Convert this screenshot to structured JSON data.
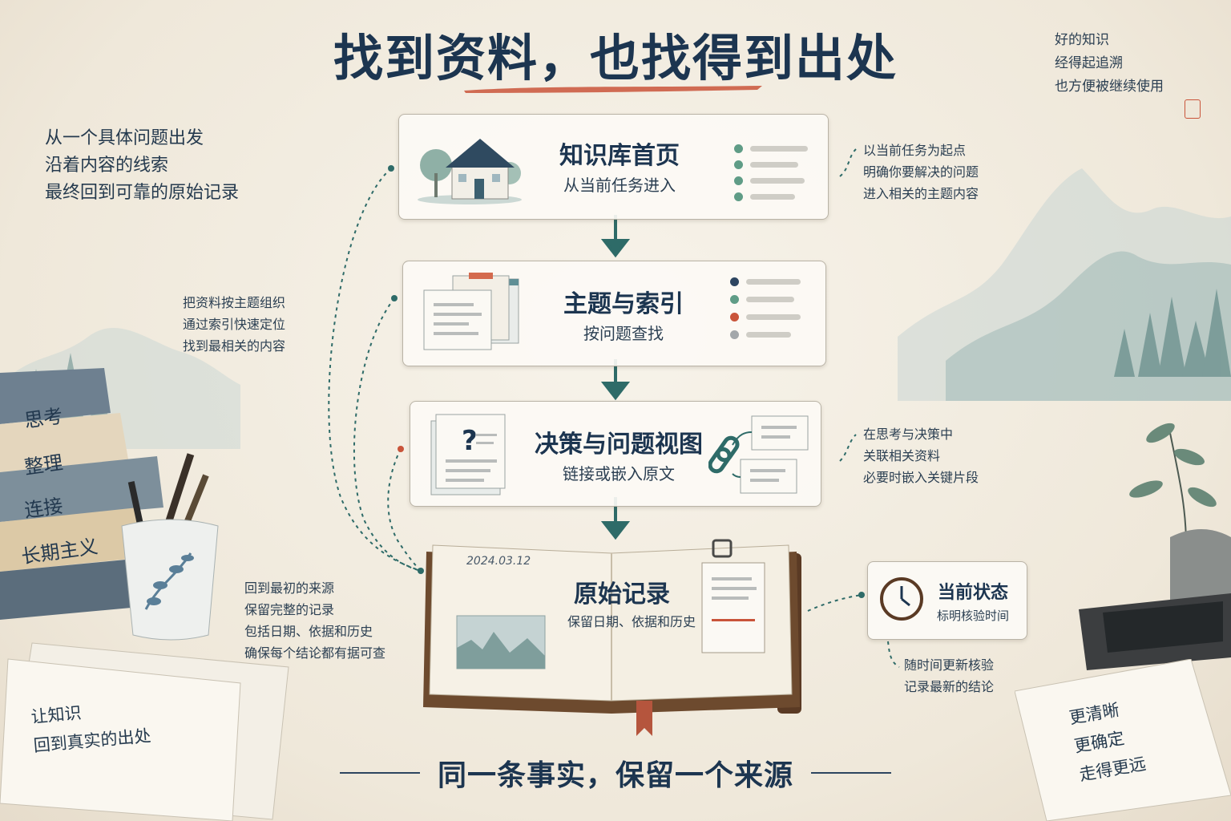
{
  "title": "找到资料，也找得到出处",
  "footer": "同一条事实，保留一个来源",
  "notes": {
    "top_left": "从一个具体问题出发\n沿着内容的线索\n最终回到可靠的原始记录",
    "top_right": "好的知识\n经得起追溯\n也方便被继续使用",
    "home_side": "以当前任务为起点\n明确你要解决的问题\n进入相关的主题内容",
    "topics_side": "把资料按主题组织\n通过索引快速定位\n找到最相关的内容",
    "decision_side": "在思考与决策中\n关联相关资料\n必要时嵌入关键片段",
    "record_side": "回到最初的来源\n保留完整的记录\n包括日期、依据和历史\n确保每个结论都有据可查",
    "status_side": "随时间更新核验\n记录最新的结论",
    "paper_left": "让知识\n回到真实的出处",
    "paper_right": "更清晰\n更确定\n走得更远"
  },
  "cards": {
    "home": {
      "title": "知识库首页",
      "subtitle": "从当前任务进入"
    },
    "topics": {
      "title": "主题与索引",
      "subtitle": "按问题查找"
    },
    "decision": {
      "title": "决策与问题视图",
      "subtitle": "链接或嵌入原文"
    },
    "record": {
      "title": "原始记录",
      "subtitle": "保留日期、依据和历史",
      "date": "2024.03.12"
    },
    "status": {
      "title": "当前状态",
      "subtitle": "标明核验时间"
    }
  },
  "books": [
    "思考",
    "整理",
    "连接",
    "长期主义"
  ],
  "icons": [
    "house-icon",
    "documents-icon",
    "question-icon",
    "link-icon",
    "clock-icon",
    "pen-cup-icon",
    "mountain-icon",
    "plant-icon",
    "seal-icon"
  ],
  "colors": {
    "ink": "#1c3550",
    "teal": "#2e6b68",
    "accent_red": "#c9543a",
    "dot_green": "#5f9c86",
    "dot_gray": "#a3a7aa"
  }
}
